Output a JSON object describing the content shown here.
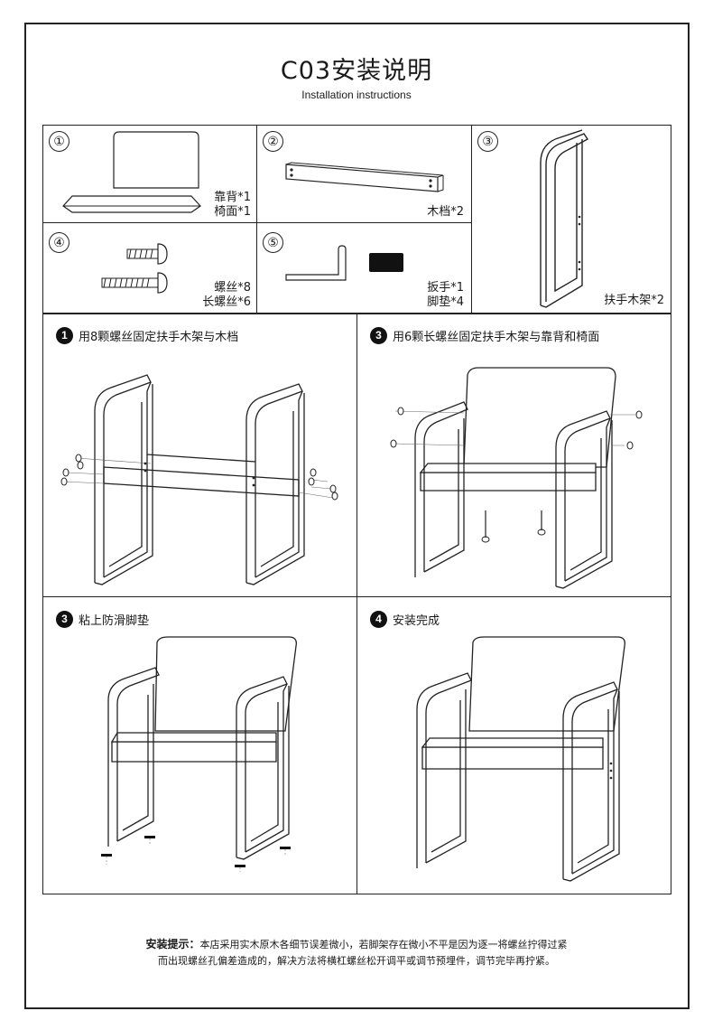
{
  "header": {
    "title": "C03安装说明",
    "subtitle": "Installation instructions"
  },
  "parts": [
    {
      "number": "①",
      "lines": [
        "靠背*1",
        "椅面*1"
      ]
    },
    {
      "number": "②",
      "lines": [
        "木档*2"
      ]
    },
    {
      "number": "③",
      "lines": [
        "扶手木架*2"
      ]
    },
    {
      "number": "④",
      "lines": [
        "螺丝*8",
        "长螺丝*6"
      ]
    },
    {
      "number": "⑤",
      "lines": [
        "扳手*1",
        "脚垫*4"
      ]
    }
  ],
  "steps": [
    {
      "badge": "1",
      "text": "用8颗螺丝固定扶手木架与木档"
    },
    {
      "badge": "3",
      "text": "用6颗长螺丝固定扶手木架与靠背和椅面"
    },
    {
      "badge": "3",
      "text": "粘上防滑脚垫"
    },
    {
      "badge": "4",
      "text": "安装完成"
    }
  ],
  "tips": {
    "heading": "安装提示：",
    "line1": "本店采用实木原木各细节误差微小，若脚架存在微小不平是因为逐一将螺丝拧得过紧",
    "line2": "而出现螺丝孔偏差造成的，解决方法将横杠螺丝松开调平或调节预埋件，调节完毕再拧紧。"
  }
}
